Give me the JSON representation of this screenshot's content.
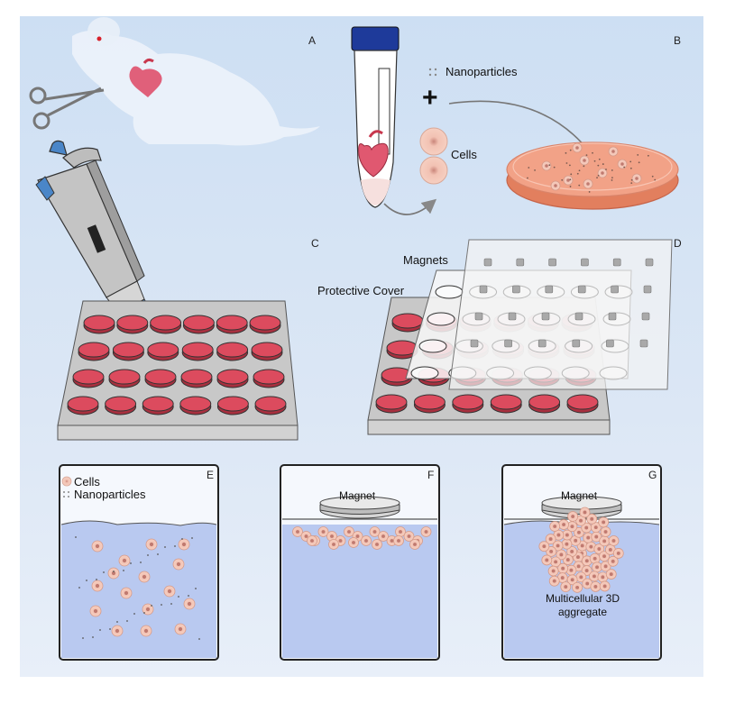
{
  "panels": {
    "a": {
      "letter": "A"
    },
    "b": {
      "letter": "B"
    },
    "c": {
      "letter": "C"
    },
    "d": {
      "letter": "D"
    },
    "e": {
      "letter": "E"
    },
    "f": {
      "letter": "F"
    },
    "g": {
      "letter": "G"
    }
  },
  "top": {
    "nanoparticles_label": "Nanoparticles",
    "cells_label": "Cells",
    "plus_symbol": "+"
  },
  "middle": {
    "magnets_label": "Magnets",
    "protective_cover_label": "Protective Cover"
  },
  "bottom": {
    "legend_cells": "Cells",
    "legend_nanoparticles": "Nanoparticles",
    "magnet_f": "Magnet",
    "magnet_g": "Magnet",
    "aggregate_line1": "Multicellular 3D",
    "aggregate_line2": "aggregate"
  },
  "colors": {
    "background_top": "#cfe0f3",
    "background_bottom": "#e6eef8",
    "well_red": "#d94a5c",
    "plate_gray": "#bdbdbd",
    "liquid_blue": "#b8c8f0",
    "cell_pink": "#f4bfae",
    "heart_red": "#e05870",
    "cap_blue": "#1e3a9a",
    "pipette_blue": "#4a86c8"
  },
  "icons": [
    "mouse-icon",
    "heart-icon",
    "scissors-icon",
    "pipette-icon",
    "tube-icon",
    "petri-dish-icon",
    "well-plate-icon",
    "magnet-icon"
  ]
}
